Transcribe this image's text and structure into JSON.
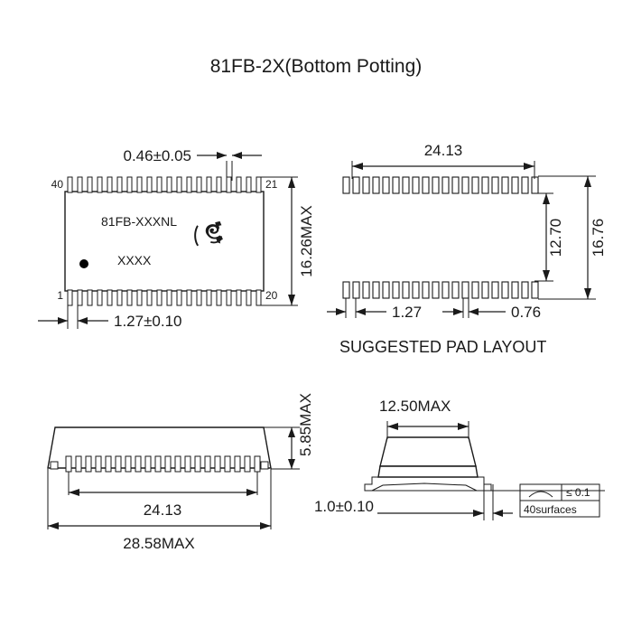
{
  "drawing": {
    "title": "81FB-2X(Bottom Potting)",
    "part_marking": "81FB-XXXNL",
    "date_code_marking": "XXXX",
    "logo_name": "pulse-logo"
  },
  "top_view": {
    "name": "top-view-package-outline",
    "pin_label_top_left": "40",
    "pin_label_top_right": "21",
    "pin_label_bottom_left": "1",
    "pin_label_bottom_right": "20",
    "pin_count_per_row": 20,
    "total_pins": 40,
    "dim_lead_width": "0.46±0.05",
    "dim_body_height": "16.26MAX",
    "dim_pitch": "1.27±0.10"
  },
  "pad_layout": {
    "name": "suggested-pad-layout-view",
    "caption": "SUGGESTED PAD LAYOUT",
    "dim_span_width": "24.13",
    "dim_inner_gap": "12.70",
    "dim_outer_span": "16.76",
    "dim_pitch": "1.27",
    "dim_pad_width": "0.76",
    "pad_count_per_row": 20
  },
  "side_view": {
    "name": "side-elevation-view",
    "dim_lead_span": "24.13",
    "dim_body_length": "28.58MAX",
    "dim_height": "5.85MAX",
    "pin_count": 20
  },
  "end_view": {
    "name": "end-elevation-view",
    "dim_body_width": "12.50MAX",
    "dim_lead_foot": "1.0±0.10",
    "coplanarity_value": "≤ 0.1",
    "coplanarity_note": "40surfaces",
    "coplanarity_symbol": "profile-arc-icon"
  },
  "colors": {
    "line": "#1a1a1a",
    "fill": "#ffffff",
    "background": "#ffffff"
  }
}
